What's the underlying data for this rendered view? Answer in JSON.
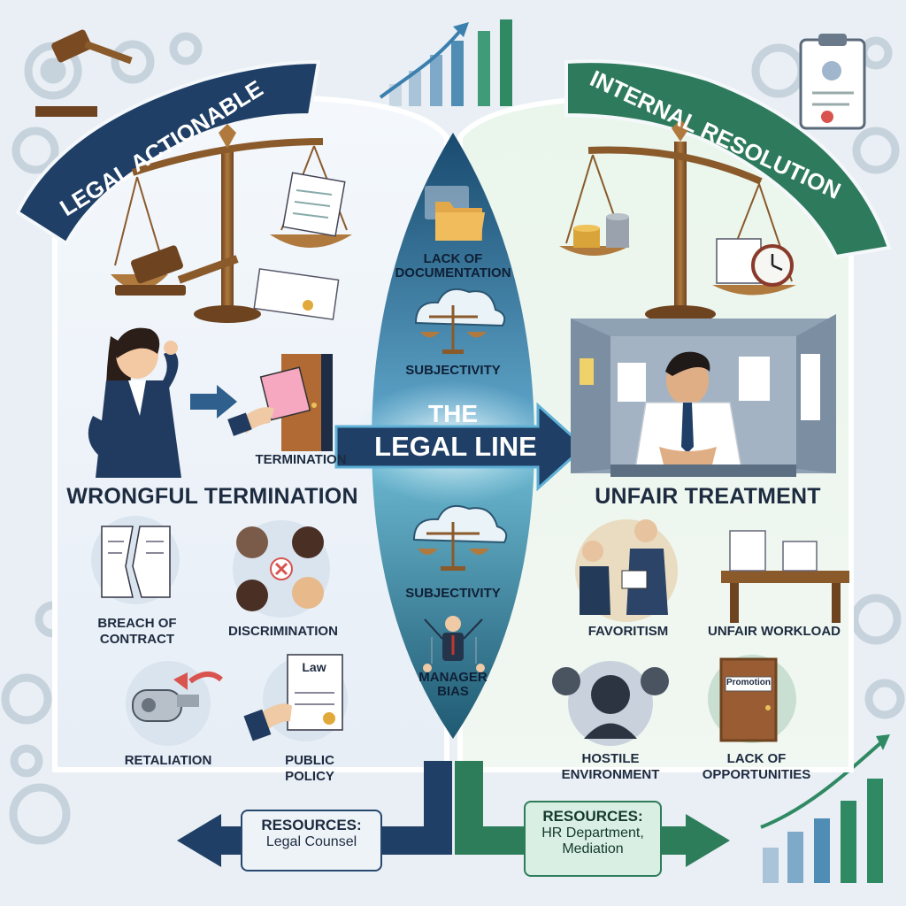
{
  "banners": {
    "left": "LEGAL ACTIONABLE",
    "right": "INTERNAL RESOLUTION"
  },
  "center": {
    "title_line1": "THE",
    "title_line2": "LEGAL LINE",
    "items": [
      "LACK OF DOCUMENTATION",
      "SUBJECTIVITY",
      "SUBJECTIVITY",
      "MANAGER BIAS"
    ]
  },
  "left": {
    "termination_label": "TERMINATION",
    "heading": "WRONGFUL TERMINATION",
    "items": [
      {
        "label_1": "BREACH OF",
        "label_2": "CONTRACT"
      },
      {
        "label_1": "DISCRIMINATION",
        "label_2": ""
      },
      {
        "label_1": "RETALIATION",
        "label_2": ""
      },
      {
        "label_1": "PUBLIC",
        "label_2": "POLICY"
      }
    ],
    "law_sign": "Law",
    "resources": {
      "title": "RESOURCES:",
      "line1": "Legal Counsel"
    }
  },
  "right": {
    "heading": "UNFAIR TREATMENT",
    "items": [
      {
        "label_1": "FAVORITISM",
        "label_2": ""
      },
      {
        "label_1": "UNFAIR WORKLOAD",
        "label_2": ""
      },
      {
        "label_1": "HOSTILE",
        "label_2": "ENVIRONMENT"
      },
      {
        "label_1": "LACK OF",
        "label_2": "OPPORTUNITIES"
      }
    ],
    "promotion_sign": "Promotion",
    "resources": {
      "title": "RESOURCES:",
      "line1": "HR Department,",
      "line2": "Mediation"
    }
  },
  "colors": {
    "navy": "#1f3f66",
    "green": "#2e7d5a",
    "bronze": "#8a5a2b",
    "panel_left": "#f2f6fa",
    "panel_right": "#eef7ef"
  }
}
